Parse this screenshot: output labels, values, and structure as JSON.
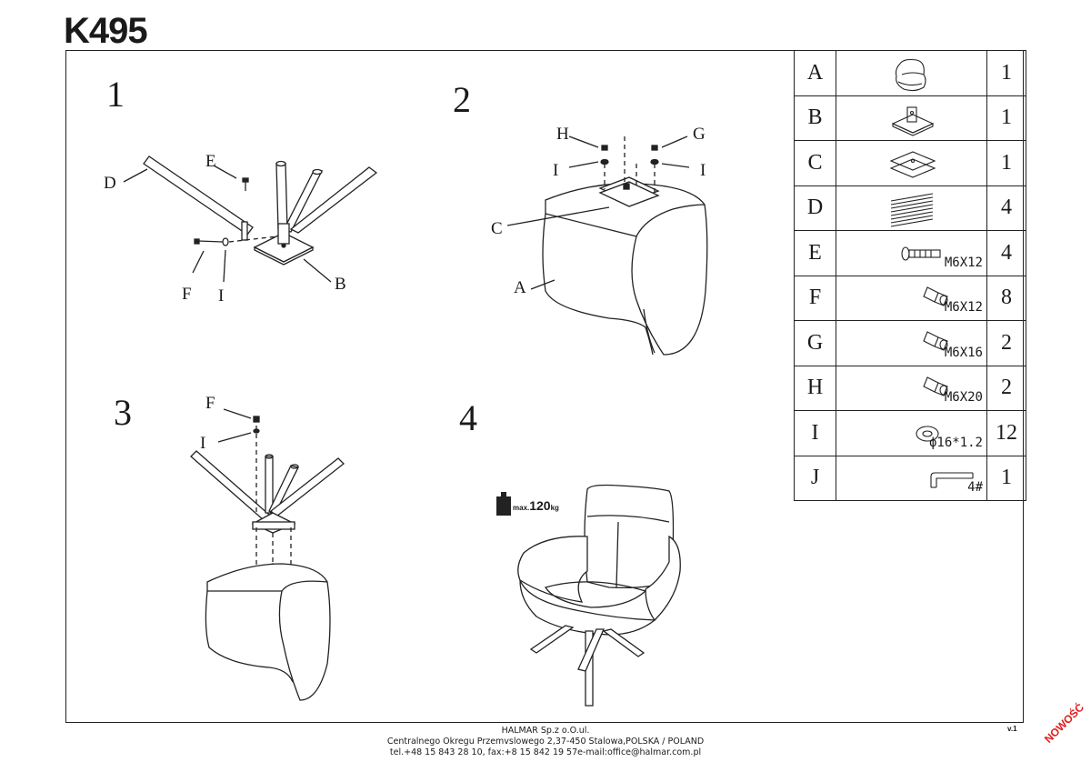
{
  "model": "K495",
  "steps": [
    "1",
    "2",
    "3",
    "4"
  ],
  "step1_labels": {
    "d": "D",
    "e": "E",
    "f": "F",
    "i": "I",
    "b": "B"
  },
  "step2_labels": {
    "h": "H",
    "g": "G",
    "i_left": "I",
    "i_right": "I",
    "c": "C",
    "a": "A"
  },
  "step3_labels": {
    "f": "F",
    "i": "I"
  },
  "max_load": {
    "prefix": "max.",
    "value": "120",
    "unit": "kg"
  },
  "parts": [
    {
      "letter": "A",
      "qty": "1",
      "spec": "",
      "icon": "armchair-icon"
    },
    {
      "letter": "B",
      "qty": "1",
      "spec": "",
      "icon": "base-plate-icon"
    },
    {
      "letter": "C",
      "qty": "1",
      "spec": "",
      "icon": "mounting-plate-icon"
    },
    {
      "letter": "D",
      "qty": "4",
      "spec": "",
      "icon": "leg-icon"
    },
    {
      "letter": "E",
      "qty": "4",
      "spec": "M6X12",
      "icon": "long-screw-icon"
    },
    {
      "letter": "F",
      "qty": "8",
      "spec": "M6X12",
      "icon": "screw-icon"
    },
    {
      "letter": "G",
      "qty": "2",
      "spec": "M6X16",
      "icon": "screw-icon"
    },
    {
      "letter": "H",
      "qty": "2",
      "spec": "M6X20",
      "icon": "screw-icon"
    },
    {
      "letter": "I",
      "qty": "12",
      "spec": "ϕ16*1.2",
      "icon": "washer-icon"
    },
    {
      "letter": "J",
      "qty": "1",
      "spec": "4#",
      "icon": "hex-key-icon"
    }
  ],
  "footer": {
    "line1": "HALMAR Sp.z o.O.ul.",
    "line2": "Centralnego Okregu Przemvslowego 2,37-450 Stalowa,POLSKA / POLAND",
    "line3": "tel.+48 15 843 28 10, fax:+8 15 842 19 57e-mail:office@halmar.com.pl"
  },
  "version": "v.1",
  "badge": "NOWOŚĆ"
}
